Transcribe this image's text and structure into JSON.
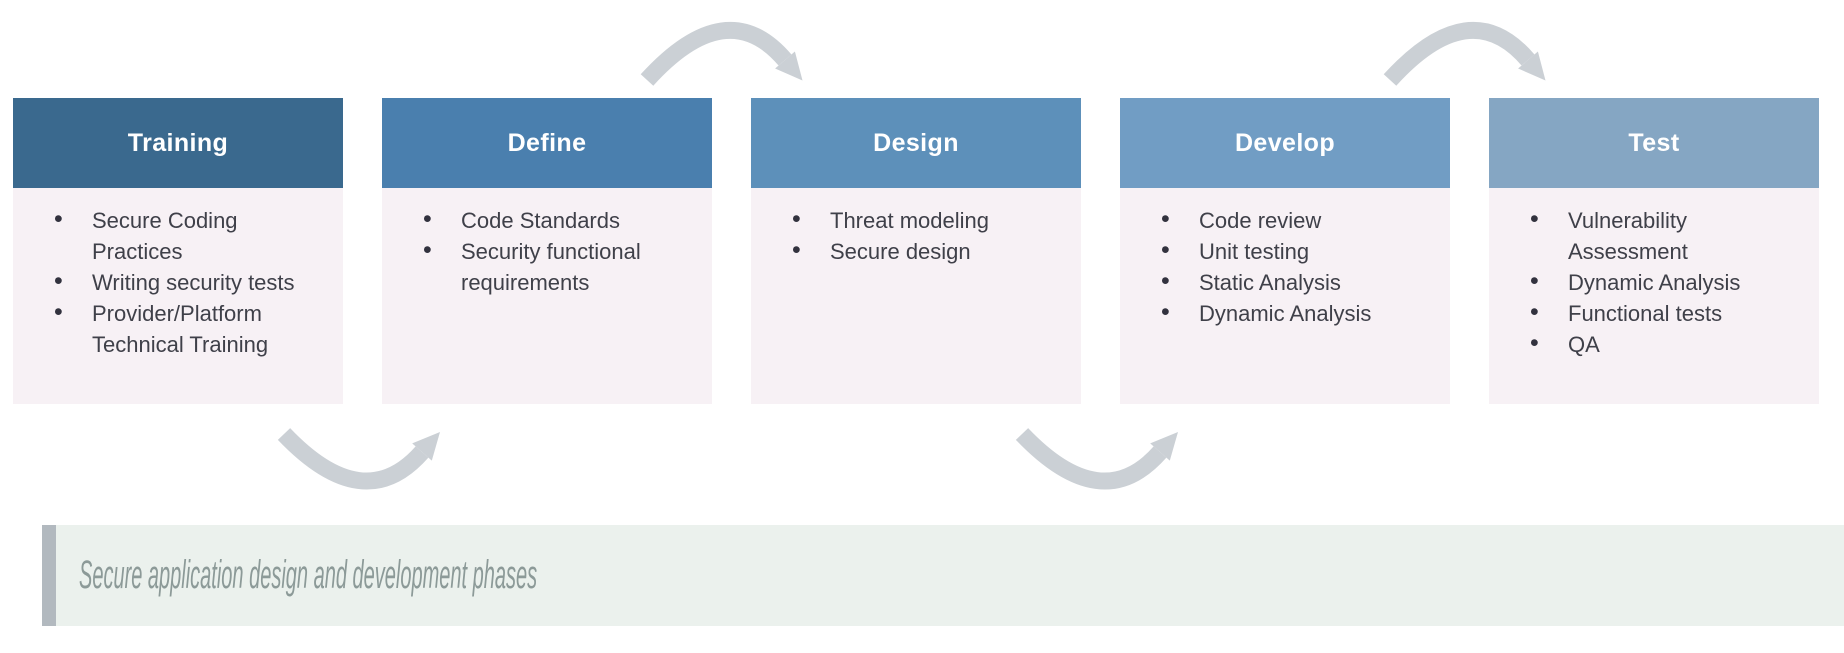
{
  "page": {
    "background": "#ffffff",
    "body_bg": "#f7f1f5",
    "body_text": "#3f4049"
  },
  "phases": [
    {
      "title": "Training",
      "header_color": "#3a698e",
      "items": [
        "Secure Coding Practices",
        "Writing security tests",
        "Provider/Platform Technical Training"
      ]
    },
    {
      "title": "Define",
      "header_color": "#4a7fae",
      "items": [
        "Code Standards",
        "Security functional requirements"
      ]
    },
    {
      "title": "Design",
      "header_color": "#5d90ba",
      "items": [
        "Threat modeling",
        "Secure design"
      ]
    },
    {
      "title": "Develop",
      "header_color": "#719dc4",
      "items": [
        "Code review",
        "Unit testing",
        "Static Analysis",
        "Dynamic Analysis"
      ]
    },
    {
      "title": "Test",
      "header_color": "#85a6c3",
      "items": [
        "Vulnerability Assessment",
        "Dynamic Analysis",
        "Functional tests",
        "QA"
      ]
    }
  ],
  "arrows": {
    "color": "#cbd0d5",
    "meaning": "flow between phases"
  },
  "caption": {
    "text": "Secure application design and development phases",
    "bg": "#ebf1ed",
    "accent": "#b2b9bf",
    "color": "#8c9a98"
  }
}
